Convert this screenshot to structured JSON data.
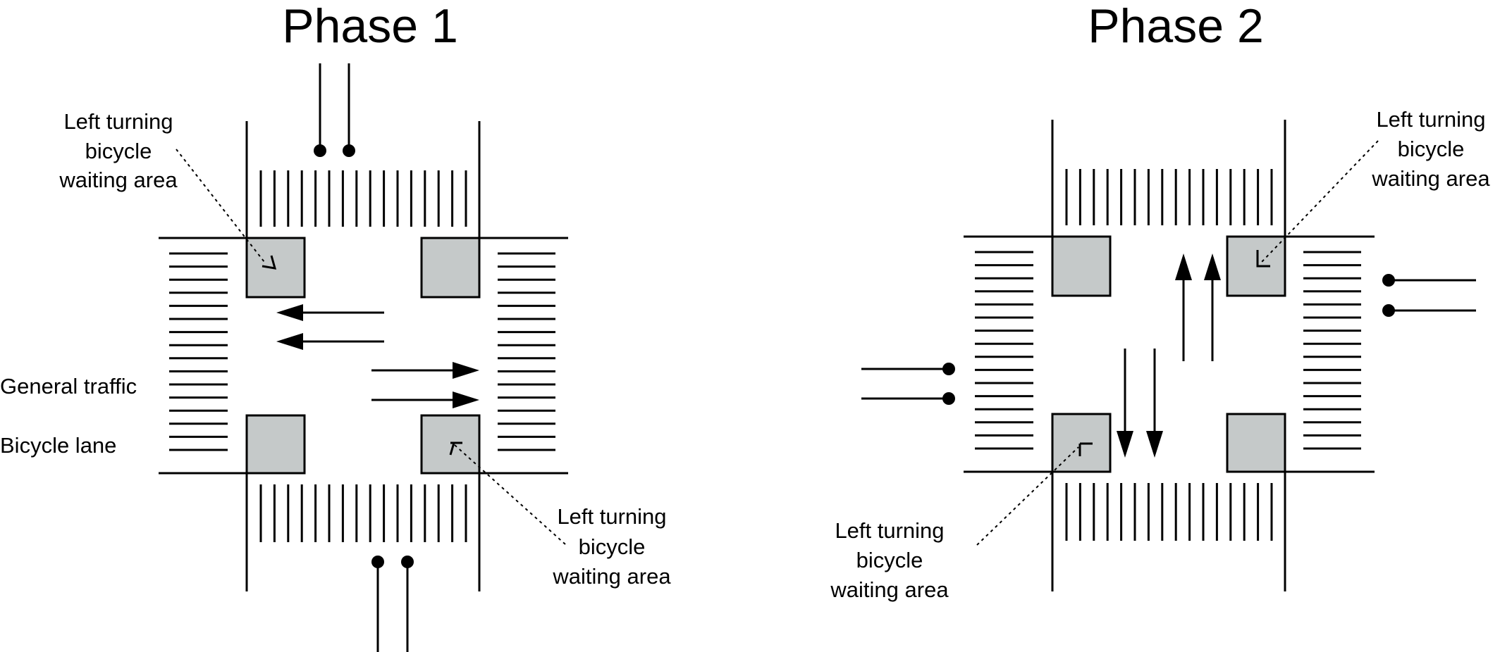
{
  "phases": [
    {
      "title": "Phase 1",
      "labels": {
        "waiting_area_top": [
          "Left turning",
          "bicycle",
          "waiting area"
        ],
        "waiting_area_bottom": [
          "Left turning",
          "bicycle",
          "waiting area"
        ],
        "general_traffic": "General traffic",
        "bicycle_lane": "Bicycle lane"
      }
    },
    {
      "title": "Phase 2",
      "labels": {
        "waiting_area_top": [
          "Left turning",
          "bicycle",
          "waiting area"
        ],
        "waiting_area_bottom": [
          "Left turning",
          "bicycle",
          "waiting area"
        ]
      }
    }
  ],
  "colors": {
    "waiting_area_fill": "#c5c9c9",
    "line": "#000000"
  }
}
